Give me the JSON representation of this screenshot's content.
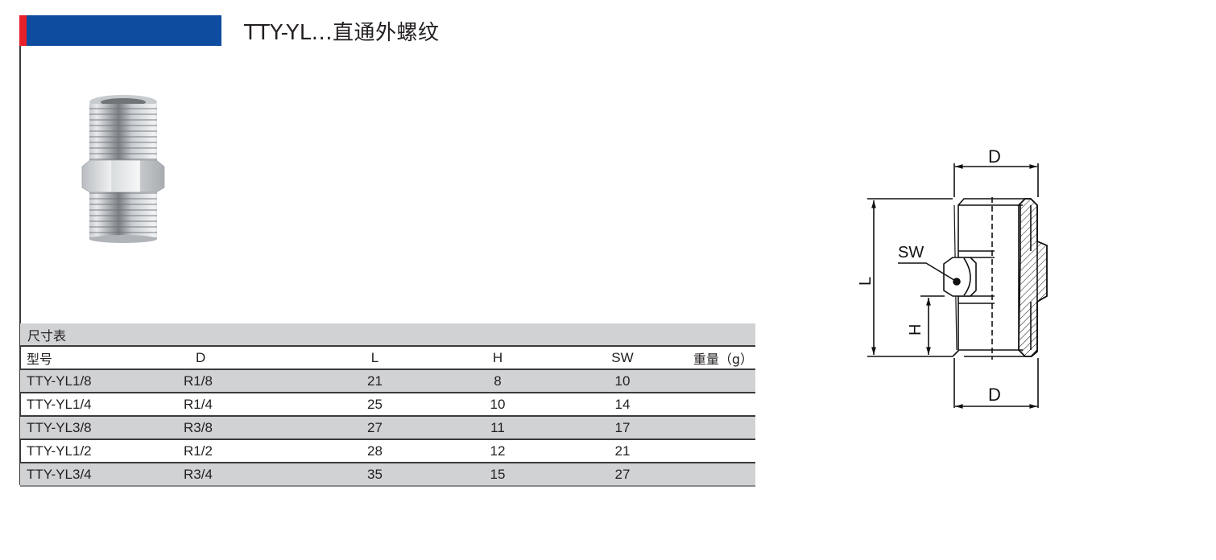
{
  "header": {
    "title": "TTY-YL...直通外螺纹",
    "banner_color": "#0e4c9f",
    "accent_color": "#e7202a"
  },
  "product_image": {
    "icon": "hex-nipple-fitting-photo",
    "description": "Chrome hex nipple fitting with male threads on both ends"
  },
  "table": {
    "caption": "尺寸表",
    "columns": [
      "型号",
      "D",
      "L",
      "H",
      "SW",
      "重量（g）"
    ],
    "rows": [
      {
        "model": "TTY-YL1/8",
        "D": "R1/8",
        "L": "21",
        "H": "8",
        "SW": "10",
        "weight": ""
      },
      {
        "model": "TTY-YL1/4",
        "D": "R1/4",
        "L": "25",
        "H": "10",
        "SW": "14",
        "weight": ""
      },
      {
        "model": "TTY-YL3/8",
        "D": "R3/8",
        "L": "27",
        "H": "11",
        "SW": "17",
        "weight": ""
      },
      {
        "model": "TTY-YL1/2",
        "D": "R1/2",
        "L": "28",
        "H": "12",
        "SW": "21",
        "weight": ""
      },
      {
        "model": "TTY-YL3/4",
        "D": "R3/4",
        "L": "35",
        "H": "15",
        "SW": "27",
        "weight": ""
      }
    ],
    "row_alt_color": "#d1d2d4"
  },
  "drawing": {
    "labels": {
      "top_d": "D",
      "bottom_d": "D",
      "length": "L",
      "height": "H",
      "wrench": "SW"
    }
  }
}
